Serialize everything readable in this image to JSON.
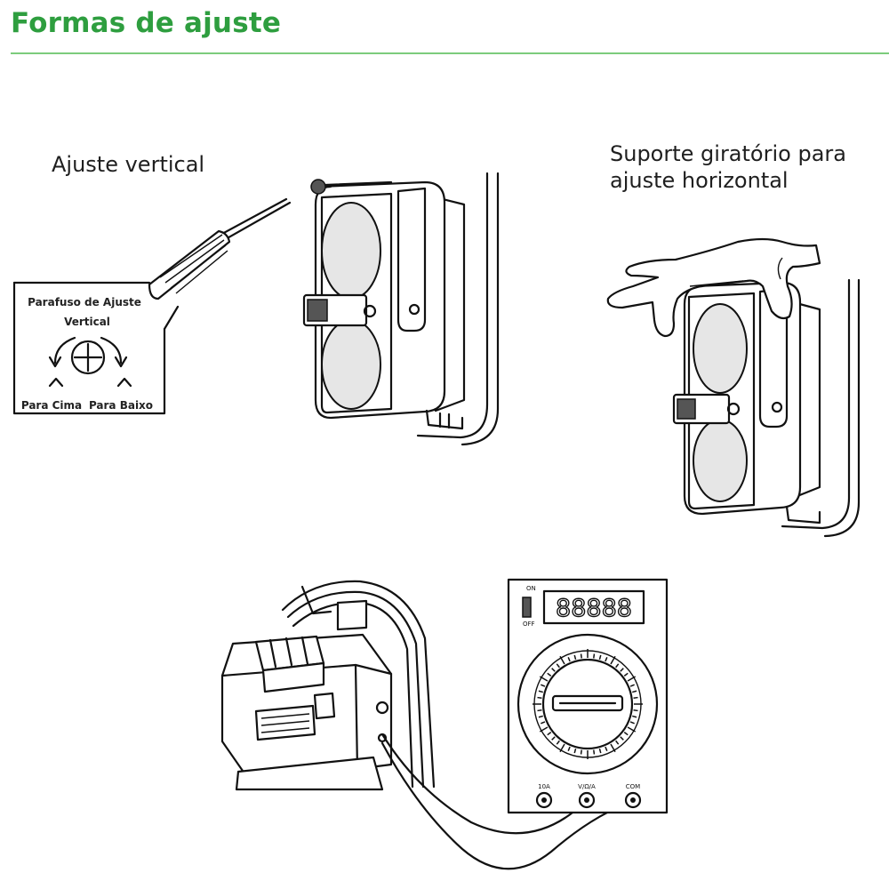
{
  "header": {
    "title": "Formas de ajuste"
  },
  "vertical_adjust": {
    "label": "Ajuste vertical",
    "detail": {
      "line1": "Parafuso de Ajuste",
      "line2": "Vertical",
      "left_caption": "Para Cima",
      "right_caption": "Para Baixo"
    }
  },
  "horizontal_adjust": {
    "line1": "Suporte giratório para",
    "line2": "ajuste horizontal"
  },
  "multimeter": {
    "display": "88888",
    "switch_on": "ON",
    "switch_off": "OFF",
    "jacks": [
      "10A",
      "V/Ω/A",
      "COM"
    ]
  },
  "icons": [
    "screwdriver-icon",
    "screw-head-icon",
    "rotate-left-arrow-icon",
    "rotate-right-arrow-icon",
    "hand-icon",
    "multimeter-icon"
  ]
}
